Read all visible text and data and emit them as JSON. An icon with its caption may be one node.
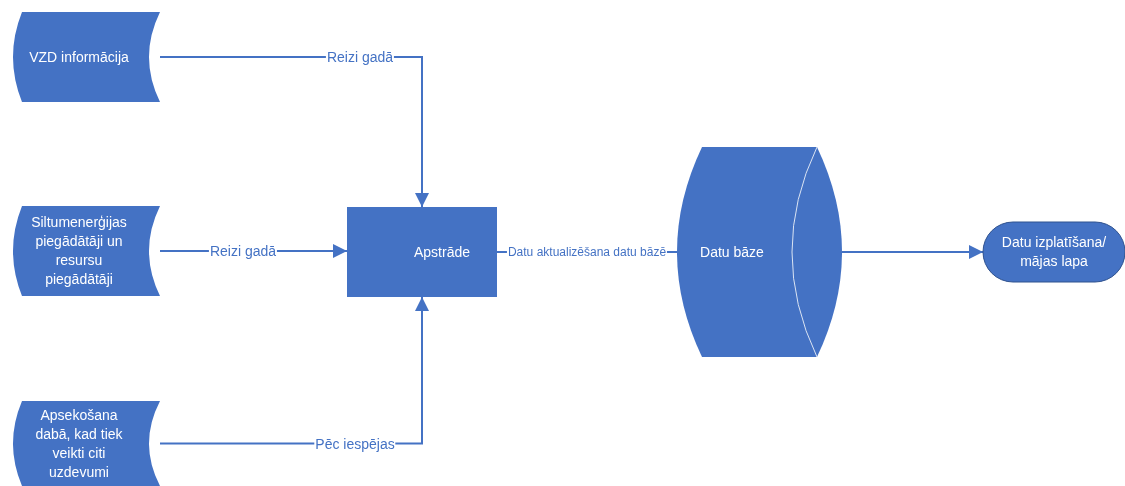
{
  "diagram": {
    "nodes": [
      {
        "text": [
          "VZD informācija"
        ]
      },
      {
        "text": [
          "Siltumenerģijas piegādātāji un resursu piegādātāji"
        ]
      },
      {
        "text": [
          "Apsekošana dabā, kad tiek veikti citi uzdevumi"
        ]
      },
      {
        "text": [
          "Apstrāde"
        ]
      },
      {
        "text": [
          "Datu bāze"
        ]
      },
      {
        "text": [
          "Datu izplatīšana/ mājas lapa"
        ]
      }
    ],
    "edges": [
      {
        "from": 0,
        "to": 3,
        "arrow": "to",
        "label": "Reizi gadā"
      },
      {
        "from": 1,
        "to": 3,
        "arrow": "to",
        "label": "Reizi gadā"
      },
      {
        "from": 2,
        "to": 3,
        "arrow": "to",
        "label": "Pēc iespējas"
      },
      {
        "from": 3,
        "to": 4,
        "arrow": "none",
        "label": "Datu aktualizēšana datu bāzē"
      },
      {
        "from": 4,
        "to": 5,
        "arrow": "to"
      }
    ]
  }
}
